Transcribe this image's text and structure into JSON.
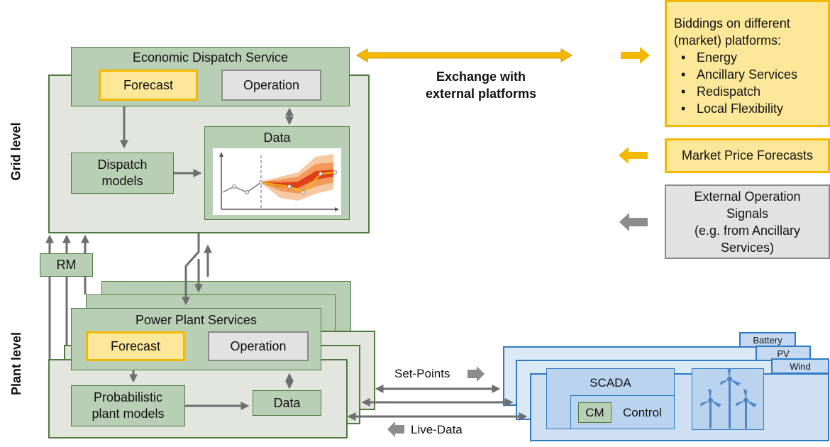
{
  "grid_level_label": "Grid level",
  "plant_level_label": "Plant level",
  "economic_dispatch": {
    "title": "Economic Dispatch Service",
    "forecast": "Forecast",
    "operation": "Operation",
    "data": "Data",
    "dispatch_models": "Dispatch models"
  },
  "rm": "RM",
  "power_plant": {
    "title": "Power Plant Services",
    "forecast": "Forecast",
    "operation": "Operation",
    "prob_models": "Probabilistic plant models",
    "data": "Data"
  },
  "exchange": {
    "line1": "Exchange with",
    "line2": "external platforms"
  },
  "biddings": {
    "line1": "Biddings on different",
    "line2": "(market) platforms:",
    "items": [
      "Energy",
      "Ancillary Services",
      "Redispatch",
      "Local Flexibility"
    ]
  },
  "market_price": "Market Price Forecasts",
  "external_signals": {
    "line1": "External Operation",
    "line2": "Signals",
    "line3": "(e.g. from Ancillary",
    "line4": "Services)"
  },
  "set_points": "Set-Points",
  "live_data": "Live-Data",
  "plants": {
    "tabs": [
      "Battery",
      "PV",
      "Wind"
    ],
    "scada": "SCADA",
    "cm": "CM",
    "control": "Control"
  },
  "colors": {
    "grey_box": "#e3e5df",
    "green_box": "#b9cfb5",
    "green_border": "#4f7a3e",
    "yellow": "#f5b800",
    "yellow_fill": "#fde89a",
    "blue": "#2e7bc4",
    "arrow_grey": "#6e6e6e"
  }
}
